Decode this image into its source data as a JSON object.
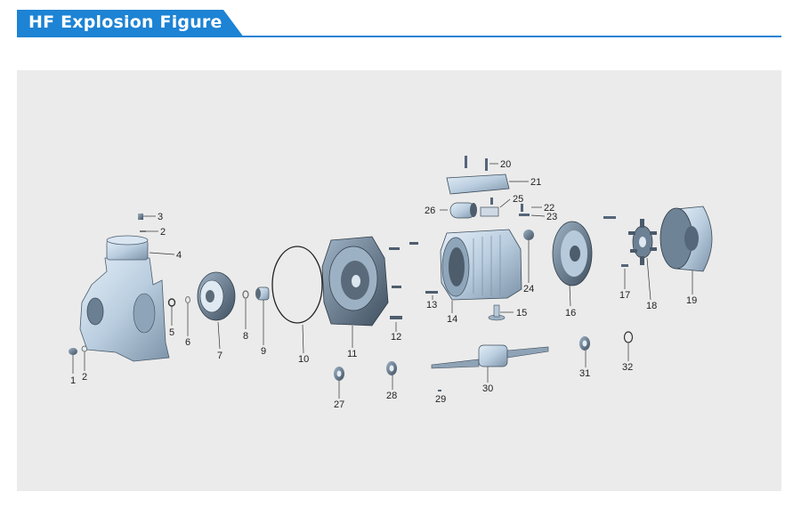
{
  "header": {
    "title": "HF Explosion Figure"
  },
  "colors": {
    "accent": "#1d83d4",
    "panel": "#ebebeb",
    "part_fill": "#c9d9e8",
    "part_dark": "#5f6f7e"
  },
  "parts": {
    "p1": "1",
    "p2a": "2",
    "p2b": "2",
    "p3": "3",
    "p4": "4",
    "p5": "5",
    "p6": "6",
    "p7": "7",
    "p8": "8",
    "p9": "9",
    "p10": "10",
    "p11": "11",
    "p12": "12",
    "p13": "13",
    "p14": "14",
    "p15": "15",
    "p16": "16",
    "p17": "17",
    "p18": "18",
    "p19": "19",
    "p20": "20",
    "p21": "21",
    "p22": "22",
    "p23": "23",
    "p24": "24",
    "p25": "25",
    "p26": "26",
    "p27": "27",
    "p28": "28",
    "p29": "29",
    "p30": "30",
    "p31": "31",
    "p32": "32"
  }
}
